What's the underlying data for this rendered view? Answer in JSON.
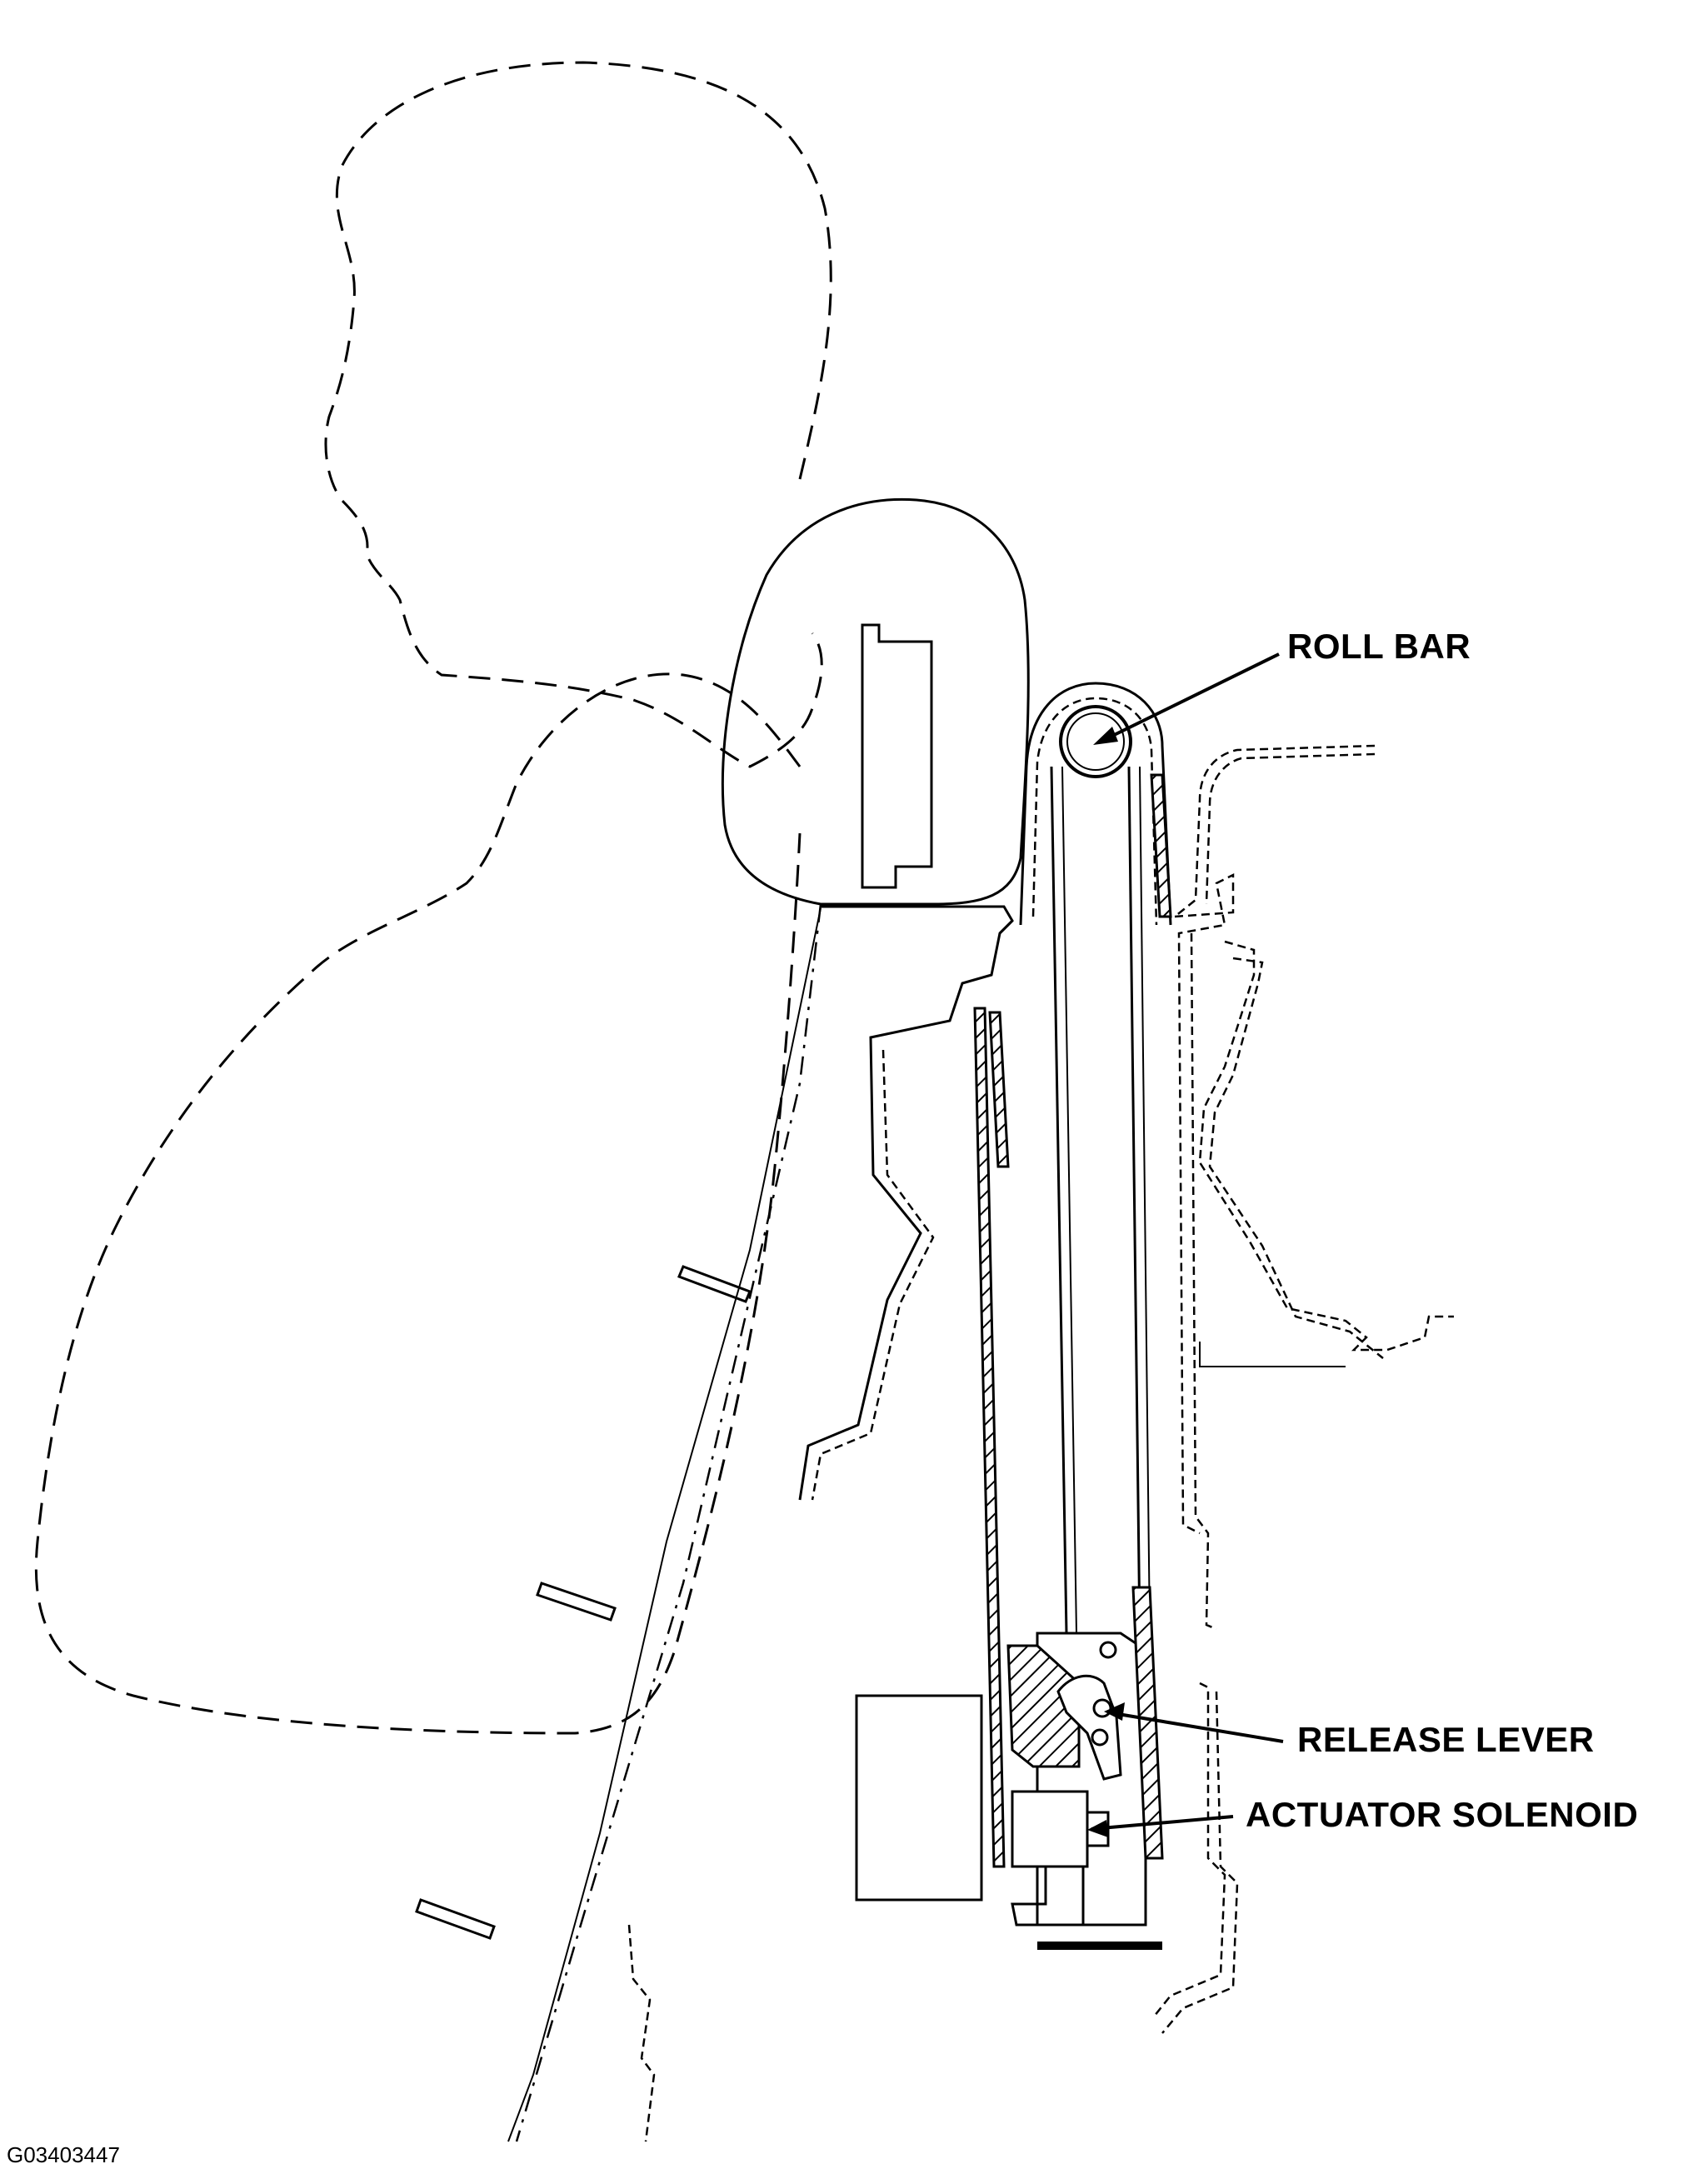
{
  "figure_code": "G03403447",
  "callouts": {
    "roll_bar": "ROLL BAR",
    "release_lever": "RELEASE LEVER",
    "actuator_solenoid": "ACTUATOR SOLENOID"
  },
  "colors": {
    "ink": "#000000",
    "paper": "#ffffff"
  }
}
